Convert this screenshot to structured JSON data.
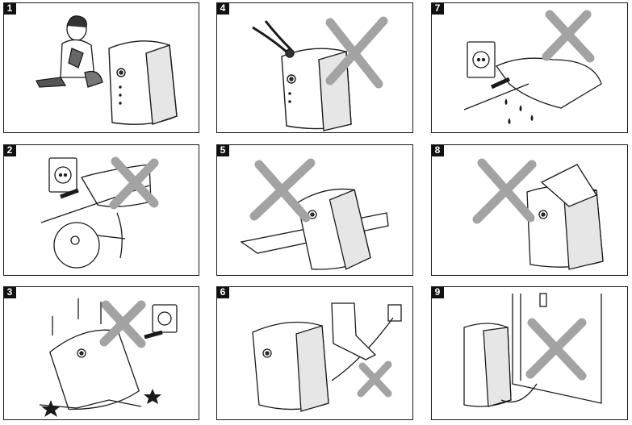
{
  "panels": [
    {
      "number": "1",
      "meaning": "child-near-heater"
    },
    {
      "number": "2",
      "meaning": "do-not-pull-cord"
    },
    {
      "number": "3",
      "meaning": "do-not-drop"
    },
    {
      "number": "4",
      "meaning": "do-not-cut-cord"
    },
    {
      "number": "5",
      "meaning": "do-not-place-on-edge"
    },
    {
      "number": "6",
      "meaning": "do-not-step-on-cord"
    },
    {
      "number": "7",
      "meaning": "no-wet-hands"
    },
    {
      "number": "8",
      "meaning": "do-not-cover"
    },
    {
      "number": "9",
      "meaning": "not-under-door"
    }
  ],
  "colors": {
    "cross": "#a3a3a3",
    "line": "#1a1a1a",
    "badge": "#111111"
  }
}
